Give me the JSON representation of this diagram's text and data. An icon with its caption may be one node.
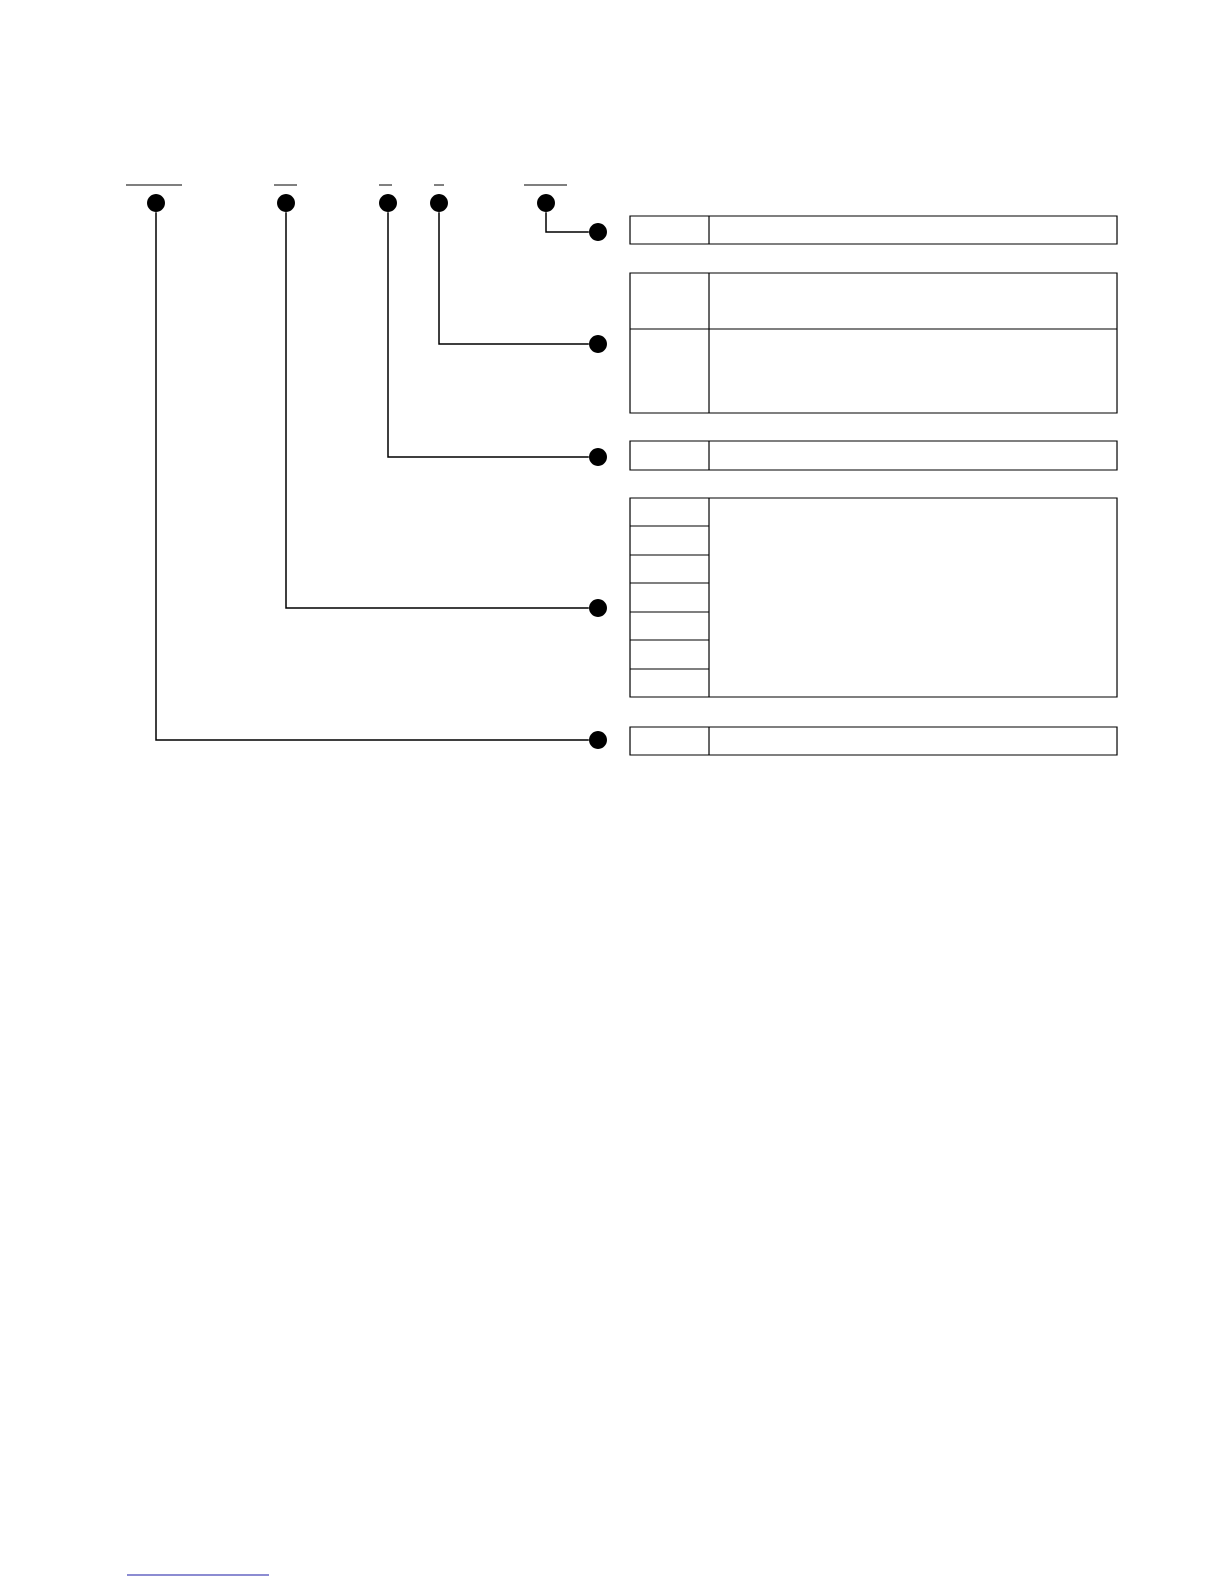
{
  "diagram": {
    "nodes": [
      {
        "text": [],
        "shape": "circle"
      },
      {
        "text": [],
        "shape": "circle"
      },
      {
        "text": [],
        "shape": "circle"
      },
      {
        "text": [],
        "shape": "circle"
      },
      {
        "text": [],
        "shape": "circle"
      },
      {
        "text": [],
        "shape": "circle"
      },
      {
        "text": [],
        "shape": "circle"
      },
      {
        "text": [],
        "shape": "circle"
      },
      {
        "text": [],
        "shape": "circle"
      },
      {
        "text": [],
        "shape": "circle"
      }
    ],
    "edges": [
      {
        "from": 4,
        "to": 5,
        "arrow": "none"
      },
      {
        "from": 3,
        "to": 6,
        "arrow": "none"
      },
      {
        "from": 2,
        "to": 7,
        "arrow": "none"
      },
      {
        "from": 1,
        "to": 8,
        "arrow": "none"
      },
      {
        "from": 0,
        "to": 9,
        "arrow": "none"
      }
    ]
  }
}
